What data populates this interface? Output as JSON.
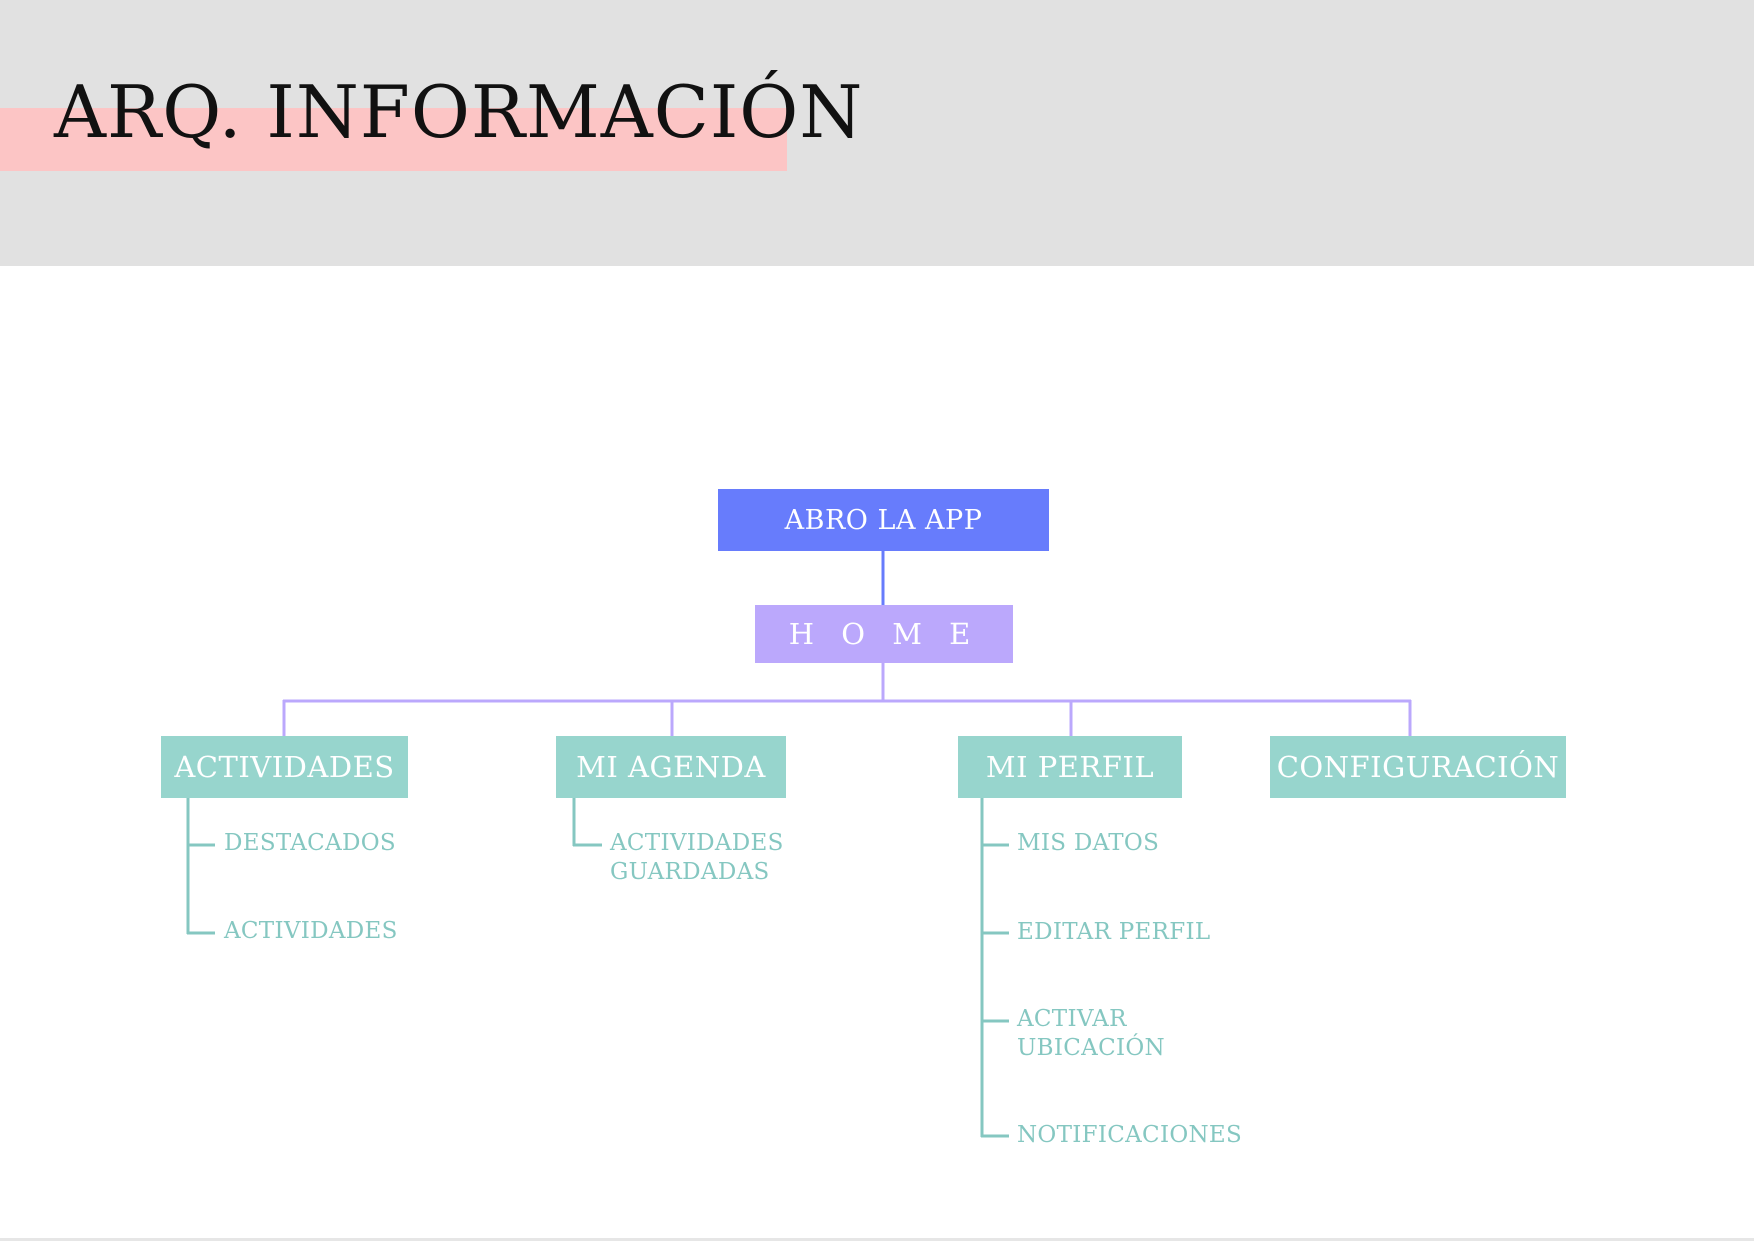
{
  "title": "ARQ. INFORMACIÓN",
  "diagram": {
    "root": "ABRO LA APP",
    "home": "H O M E",
    "sections": [
      {
        "label": "ACTIVIDADES",
        "children": [
          {
            "lines": [
              "DESTACADOS"
            ]
          },
          {
            "lines": [
              "ACTIVIDADES"
            ]
          }
        ]
      },
      {
        "label": "MI AGENDA",
        "children": [
          {
            "lines": [
              "ACTIVIDADES",
              "GUARDADAS"
            ]
          }
        ]
      },
      {
        "label": "MI PERFIL",
        "children": [
          {
            "lines": [
              "MIS DATOS"
            ]
          },
          {
            "lines": [
              "EDITAR PERFIL"
            ]
          },
          {
            "lines": [
              "ACTIVAR",
              "UBICACIÓN"
            ]
          },
          {
            "lines": [
              "NOTIFICACIONES"
            ]
          }
        ]
      },
      {
        "label": "CONFIGURACIÓN",
        "children": []
      }
    ]
  },
  "colors": {
    "header_band": "#e1e1e1",
    "title_highlight": "#fcc5c5",
    "root_node": "#677cfc",
    "home_node": "#bba8fc",
    "section_node": "#97d5cd",
    "leaf_text": "#85c7c1",
    "root_connector": "#677cfc",
    "home_connector": "#bba8fc",
    "leaf_connector": "#85c7c1"
  }
}
